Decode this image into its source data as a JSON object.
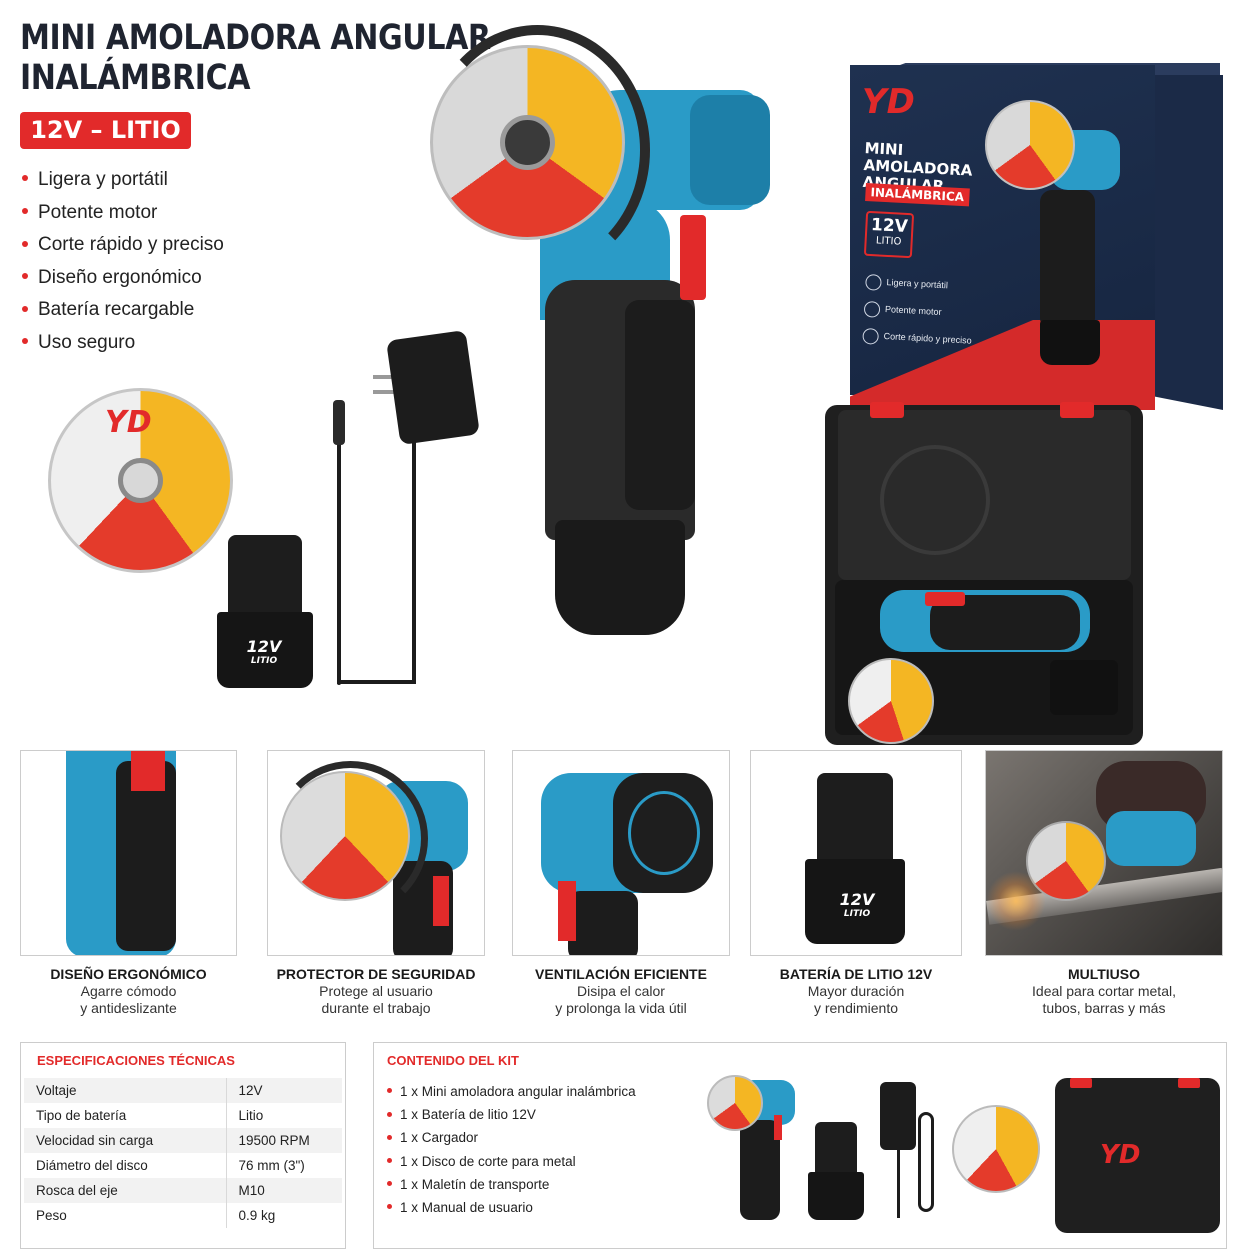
{
  "header": {
    "title_line1": "MINI AMOLADORA ANGULAR",
    "title_line2": "INALÁMBRICA",
    "badge": "12V – LITIO"
  },
  "features": [
    "Ligera y portátil",
    "Potente motor",
    "Corte rápido y preciso",
    "Diseño ergonómico",
    "Batería recargable",
    "Uso seguro"
  ],
  "brand": {
    "logo": "YD"
  },
  "battery": {
    "voltage": "12V",
    "type": "LITIO"
  },
  "box": {
    "title": "MINI AMOLADORA ANGULAR",
    "subtitle": "INALÁMBRICA",
    "voltage": "12V",
    "voltage_sub": "LITIO",
    "features": [
      "Ligera y portátil",
      "Potente motor",
      "Corte rápido y preciso"
    ]
  },
  "tiles": [
    {
      "title": "DISEÑO ERGONÓMICO",
      "line1": "Agarre cómodo",
      "line2": "y antideslizante"
    },
    {
      "title": "PROTECTOR DE SEGURIDAD",
      "line1": "Protege al usuario",
      "line2": "durante el trabajo"
    },
    {
      "title": "VENTILACIÓN EFICIENTE",
      "line1": "Disipa el calor",
      "line2": "y prolonga la vida útil"
    },
    {
      "title": "BATERÍA DE LITIO 12V",
      "line1": "Mayor duración",
      "line2": "y rendimiento"
    },
    {
      "title": "MULTIUSO",
      "line1": "Ideal para cortar metal,",
      "line2": "tubos, barras y más"
    }
  ],
  "specs": {
    "title": "ESPECIFICACIONES TÉCNICAS",
    "rows": [
      {
        "label": "Voltaje",
        "value": "12V"
      },
      {
        "label": "Tipo de batería",
        "value": "Litio"
      },
      {
        "label": "Velocidad sin carga",
        "value": "19500 RPM"
      },
      {
        "label": "Diámetro del disco",
        "value": "76 mm (3\")"
      },
      {
        "label": "Rosca del eje",
        "value": "M10"
      },
      {
        "label": "Peso",
        "value": "0.9 kg"
      }
    ]
  },
  "kit": {
    "title": "CONTENIDO DEL KIT",
    "items": [
      "1 x Mini amoladora angular inalámbrica",
      "1 x Batería de litio 12V",
      "1 x Cargador",
      "1 x Disco de corte para metal",
      "1 x Maletín de transporte",
      "1 x Manual de usuario"
    ]
  },
  "colors": {
    "accent": "#e22a2a",
    "tool_blue": "#2a9bc7",
    "box_navy": "#1f3150",
    "title_dark": "#1f2430"
  }
}
